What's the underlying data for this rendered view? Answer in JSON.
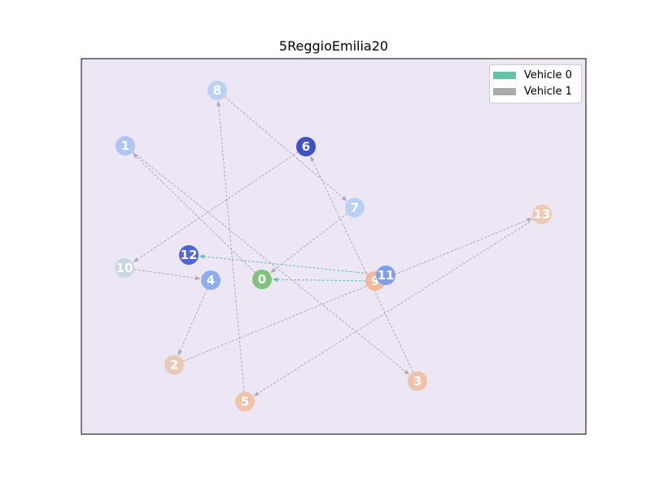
{
  "title": "5ReggioEmilia20",
  "colors": {
    "background": "#ede6f5",
    "vehicle0": "#66c2a5",
    "vehicle1": "#b0aab8"
  },
  "legend": [
    {
      "label": "Vehicle 0",
      "color": "#66c2a5"
    },
    {
      "label": "Vehicle 1",
      "color": "#aaaaaa"
    }
  ],
  "nodes": [
    {
      "id": "0",
      "color": "#7fc27f"
    },
    {
      "id": "1",
      "color": "#aec6f5"
    },
    {
      "id": "2",
      "color": "#e8cbb7"
    },
    {
      "id": "3",
      "color": "#f0c3a8"
    },
    {
      "id": "4",
      "color": "#8eaef0"
    },
    {
      "id": "5",
      "color": "#f0c3a8"
    },
    {
      "id": "6",
      "color": "#3f51c4"
    },
    {
      "id": "7",
      "color": "#bcd1f2"
    },
    {
      "id": "8",
      "color": "#bcd1f2"
    },
    {
      "id": "9",
      "color": "#f4b89a"
    },
    {
      "id": "10",
      "color": "#c9d6e6"
    },
    {
      "id": "11",
      "color": "#7e9ff0"
    },
    {
      "id": "12",
      "color": "#4f66d6"
    },
    {
      "id": "13",
      "color": "#f0c7b0"
    }
  ],
  "routes": [
    {
      "vehicle": "Vehicle 0",
      "color": "#66c2a5",
      "path": [
        "9",
        "0"
      ]
    },
    {
      "vehicle": "Vehicle 0",
      "color": "#66c2a5",
      "path": [
        "11",
        "12"
      ]
    },
    {
      "vehicle": "Vehicle 1",
      "color": "#b0aab8",
      "path": [
        "0",
        "1",
        "3",
        "6",
        "10",
        "4",
        "2",
        "13",
        "5",
        "8",
        "7",
        "0"
      ]
    }
  ]
}
